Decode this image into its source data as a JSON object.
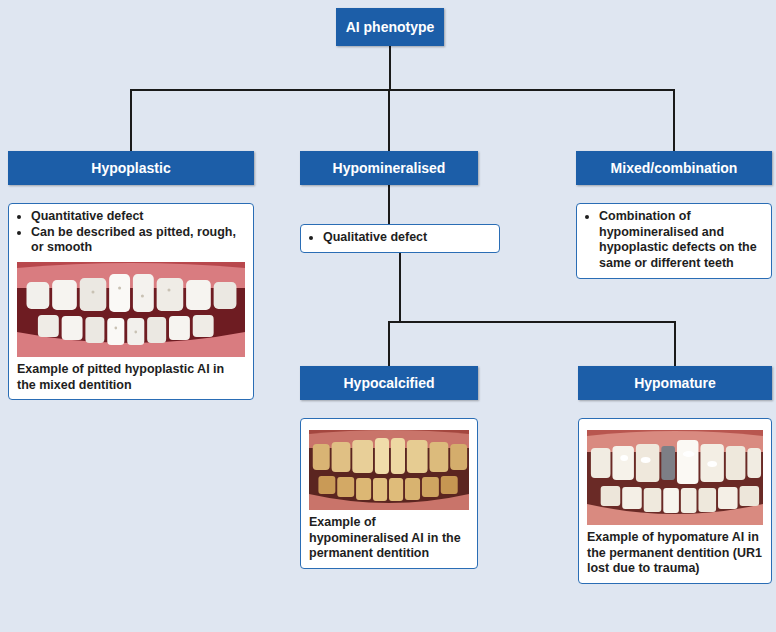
{
  "diagram": {
    "nodes": [
      {
        "text": [
          "AI phenotype"
        ]
      },
      {
        "text": [
          "Hypoplastic"
        ]
      },
      {
        "text": [
          "Quantitative defect",
          "Can be described as pitted, rough, or smooth",
          "Example of pitted hypoplastic AI in the mixed dentition"
        ]
      },
      {
        "text": [
          "Hypomineralised"
        ]
      },
      {
        "text": [
          "Qualitative defect"
        ]
      },
      {
        "text": [
          "Mixed/combination"
        ]
      },
      {
        "text": [
          "Combination of hypomineralised and hypoplastic defects on the same or different teeth"
        ]
      },
      {
        "text": [
          "Hypocalcified"
        ]
      },
      {
        "text": [
          "Example of hypomineralised AI in the permanent dentition"
        ]
      },
      {
        "text": [
          "Hypomature"
        ]
      },
      {
        "text": [
          "Example of hypomature AI in the permanent dentition (UR1 lost due to trauma)"
        ]
      }
    ],
    "edges": [
      {
        "from": 0,
        "to": 1,
        "arrow": "none"
      },
      {
        "from": 0,
        "to": 3,
        "arrow": "none"
      },
      {
        "from": 0,
        "to": 5,
        "arrow": "none"
      },
      {
        "from": 3,
        "to": 4,
        "arrow": "none"
      },
      {
        "from": 4,
        "to": 7,
        "arrow": "none"
      },
      {
        "from": 4,
        "to": 9,
        "arrow": "none"
      }
    ]
  }
}
